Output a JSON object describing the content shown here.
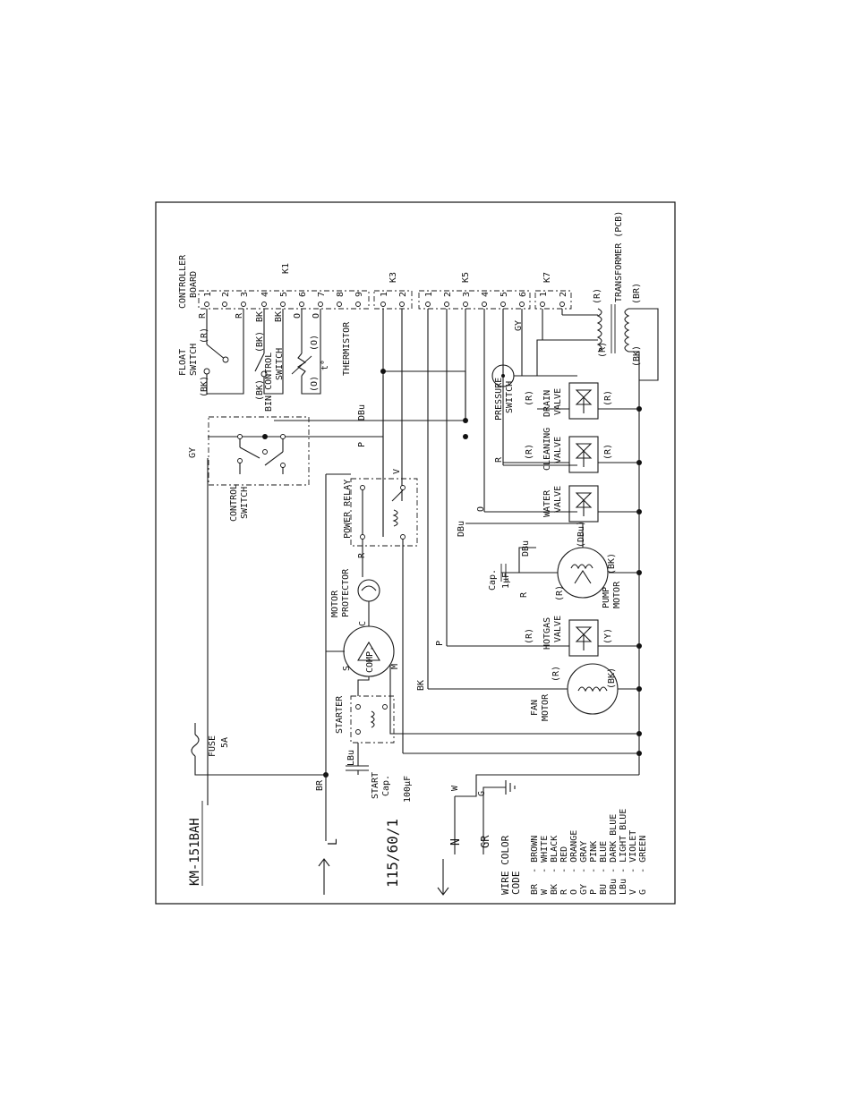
{
  "model": "KM-151BAH",
  "supply": {
    "voltage": "115/60/1",
    "line": "L",
    "neutral": "N",
    "ground": "GR"
  },
  "wires": {
    "br": "BR",
    "w": "W",
    "g": "G",
    "gy": "GY",
    "p": "P",
    "dbu": "DBu",
    "bk": "BK",
    "r": "R",
    "o": "O",
    "v": "V",
    "lbu": "LBu"
  },
  "board": {
    "title_1": "CONTROLLER",
    "title_2": "BOARD",
    "k1": "K1",
    "k3": "K3",
    "k5": "K5",
    "k7": "K7",
    "k1_pins": [
      "1",
      "2",
      "3",
      "4",
      "5",
      "6",
      "7",
      "8",
      "9"
    ],
    "k3_pins": [
      "1",
      "2"
    ],
    "k5_pins": [
      "1",
      "2",
      "3",
      "4",
      "5",
      "6"
    ],
    "k7_pins": [
      "1",
      "2"
    ],
    "k1_wires": [
      "R",
      "R",
      "BK",
      "BK",
      "O",
      "O"
    ]
  },
  "labels": {
    "float_switch_1": "FLOAT",
    "float_switch_2": "SWITCH",
    "float_r": "(R)",
    "float_bk": "(BK)",
    "bin_control_1": "BIN CONTROL",
    "bin_control_2": "SWITCH",
    "bin_bk1": "(BK)",
    "bin_bk2": "(BK)",
    "thermistor": "THERMISTOR",
    "thermistor_o1": "(O)",
    "thermistor_o2": "(O)",
    "thermistor_t": "t°",
    "control_switch_1": "CONTROL",
    "control_switch_2": "SWITCH",
    "power_relay": "POWER RELAY",
    "motor_protector_1": "MOTOR",
    "motor_protector_2": "PROTECTOR",
    "comp": "COMP.",
    "comp_s": "S",
    "comp_c": "C",
    "comp_m": "M",
    "starter": "STARTER",
    "fuse_1": "FUSE",
    "fuse_2": "5A",
    "start_cap_1": "START",
    "start_cap_2": "Cap.",
    "start_cap_3": "100μF",
    "fan_motor_1": "FAN",
    "fan_motor_2": "MOTOR",
    "fan_r": "(R)",
    "fan_bk": "(BK)",
    "hotgas_valve_1": "HOTGAS",
    "hotgas_valve_2": "VALVE",
    "hotgas_r": "(R)",
    "hotgas_y": "(Y)",
    "pump_motor_1": "PUMP",
    "pump_motor_2": "MOTOR",
    "pump_r": "(R)",
    "pump_bk": "(BK)",
    "pump_dbu": "(DBu)",
    "pump_cap_1": "Cap.",
    "pump_cap_2": "1μF",
    "water_valve_1": "WATER",
    "water_valve_2": "VALVE",
    "cleaning_valve_1": "CLEANING",
    "cleaning_valve_2": "VALVE",
    "cleaning_r1": "(R)",
    "cleaning_r2": "(R)",
    "drain_valve_1": "DRAIN",
    "drain_valve_2": "VALVE",
    "drain_r1": "(R)",
    "drain_r2": "(R)",
    "pressure_switch_1": "PRESSURE",
    "pressure_switch_2": "SWITCH",
    "transformer": "TRANSFORMER (PCB)",
    "tr_r1": "(R)",
    "tr_r2": "(R)",
    "tr_br": "(BR)",
    "tr_bk": "(BK)"
  },
  "legend": {
    "title_1": "WIRE COLOR",
    "title_2": "CODE",
    "items": [
      "BR  - BROWN",
      "W   - WHITE",
      "BK  - BLACK",
      "R   - RED",
      "O   - ORANGE",
      "GY  - GRAY",
      "P   - PINK",
      "BU  - BLUE",
      "DBu - DARK BLUE",
      "LBu - LIGHT BLUE",
      "V   - VIOLET",
      "G   - GREEN"
    ]
  }
}
